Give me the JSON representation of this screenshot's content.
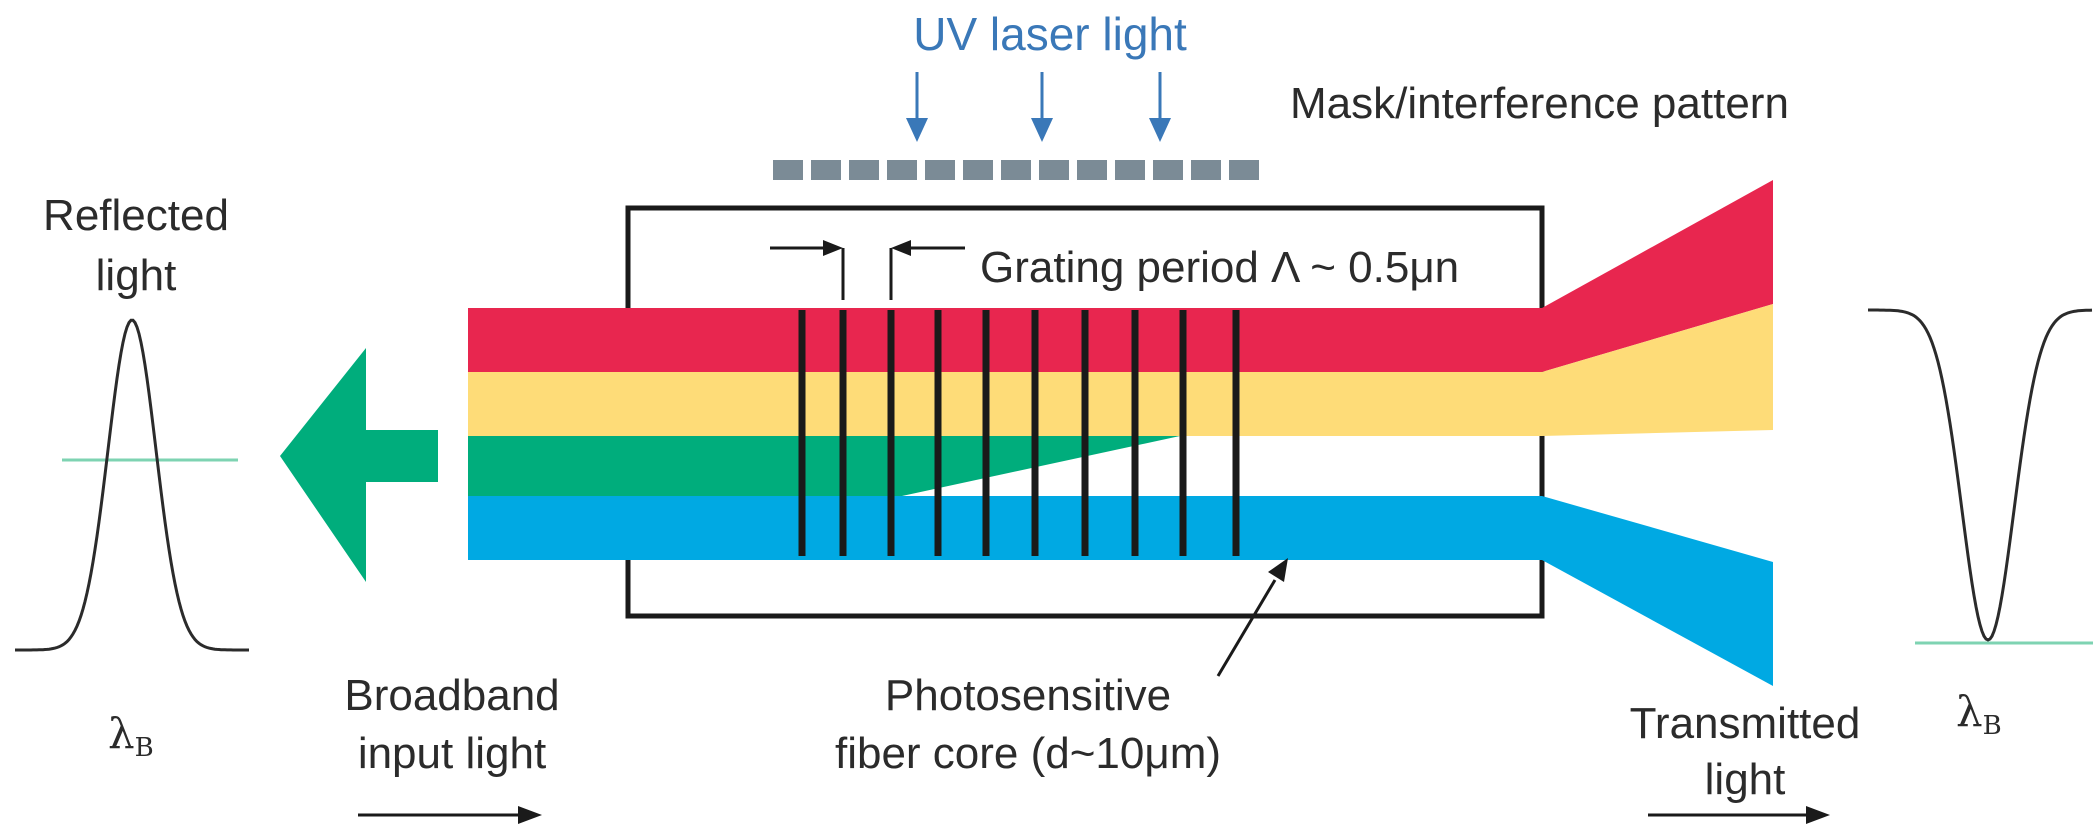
{
  "labels": {
    "uv_laser": "UV laser light",
    "mask": "Mask/interference pattern",
    "reflected_line1": "Reflected",
    "reflected_line2": "light",
    "grating_period": "Grating period  Λ ~ 0.5μn",
    "broadband_line1": "Broadband",
    "broadband_line2": "input light",
    "core_line1": "Photosensitive",
    "core_line2": "fiber core (d~10μm)",
    "transmitted_line1": "Transmitted",
    "transmitted_line2": "light",
    "lambda_symbol": "λ",
    "lambda_sub": "B"
  },
  "colors": {
    "red": "#e8264f",
    "yellow": "#fedc78",
    "green": "#00ad7c",
    "blue": "#00a9e3",
    "uv_blue": "#3a78b8",
    "mask_gray": "#7b8b96",
    "outline": "#1a1a1a",
    "baseline_green": "#7ed3b2"
  }
}
